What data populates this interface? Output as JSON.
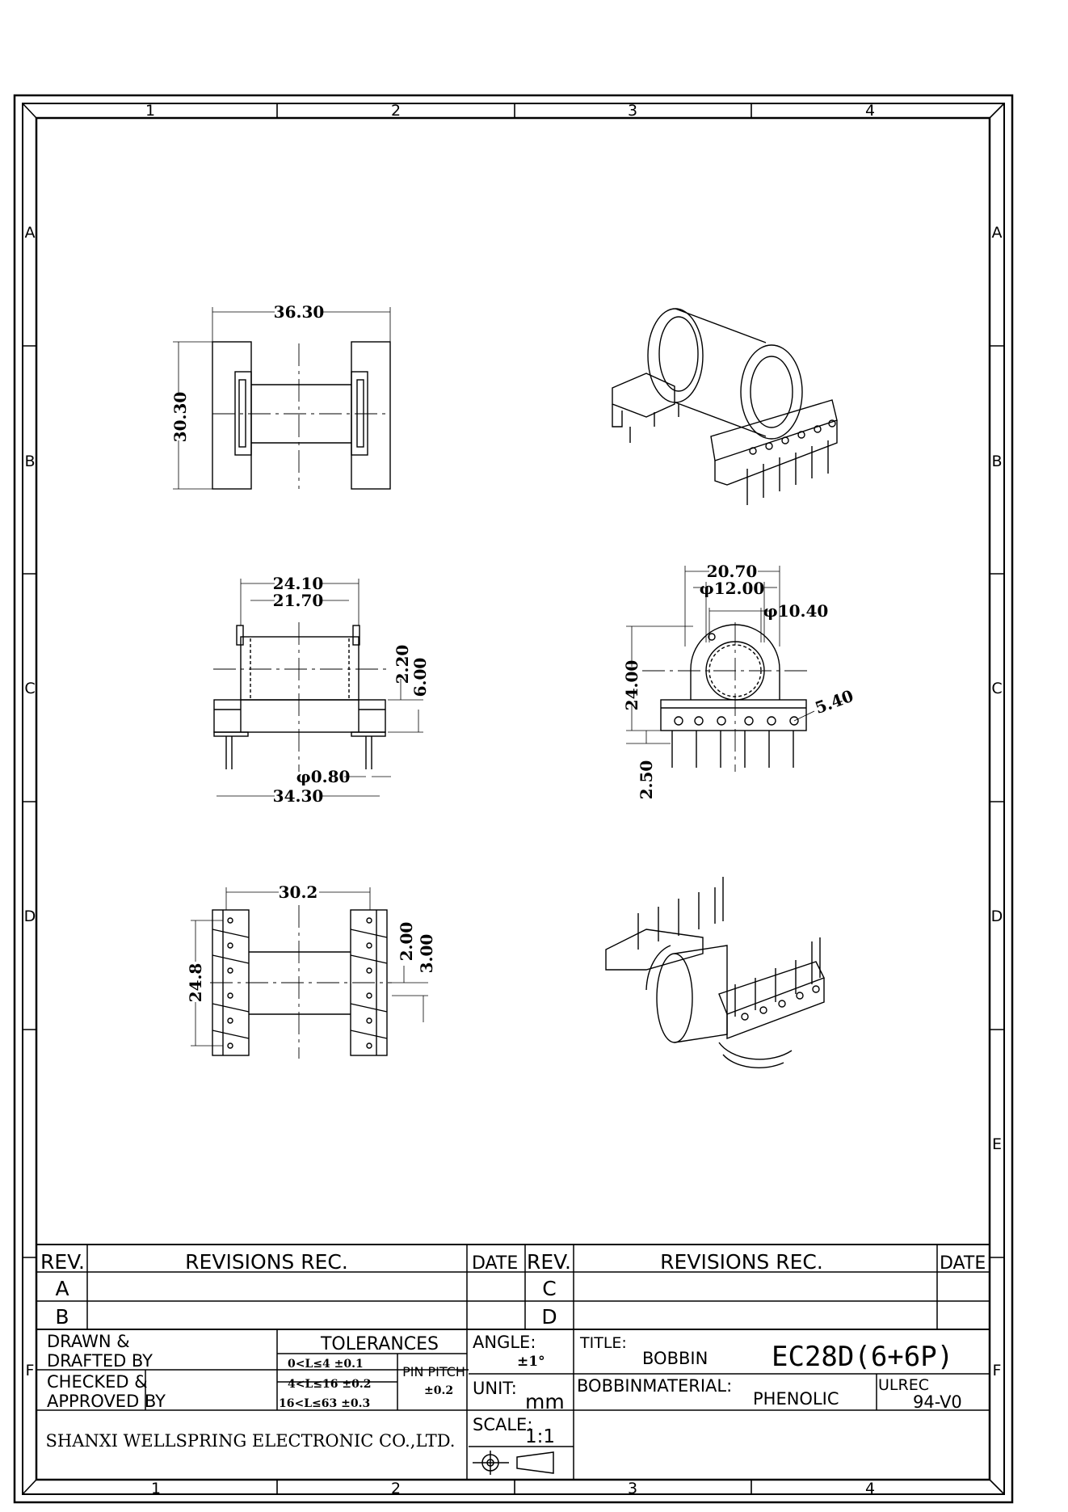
{
  "zones": {
    "columns": [
      "1",
      "2",
      "3",
      "4"
    ],
    "rows": [
      "A",
      "B",
      "C",
      "D",
      "E",
      "F"
    ]
  },
  "dimensions": {
    "top_width": "36.30",
    "top_height": "30.30",
    "front_w1": "24.10",
    "front_w2": "21.70",
    "front_h1": "2.20",
    "front_h2": "6.00",
    "front_pin_dia": "φ0.80",
    "front_w3": "34.30",
    "side_w1": "20.70",
    "side_d1": "φ12.00",
    "side_d2": "φ10.40",
    "side_h1": "24.00",
    "side_pin": "2.50",
    "side_pitch": "5.40",
    "bottom_w": "30.2",
    "bottom_h": "24.8",
    "bottom_h1": "2.00",
    "bottom_h2": "3.00"
  },
  "title_block": {
    "rev": "REV.",
    "revisions_rec": "REVISIONS REC.",
    "date": "DATE",
    "rev_rows_left": [
      "A",
      "B"
    ],
    "rev_rows_right": [
      "C",
      "D"
    ],
    "drawn_1": "DRAWN   &",
    "drawn_2": "DRAFTED BY",
    "checked_1": "CHECKED   &",
    "checked_2": "APPROVED BY",
    "tolerances": "TOLERANCES",
    "tol_rows": [
      "0<L≤4  ±0.1",
      "4<L≤16 ±0.2",
      "16<L≤63 ±0.3"
    ],
    "pin_pitch": "PIN PITCH",
    "pin_pitch_tol": "±0.2",
    "angle_label": "ANGLE:",
    "angle_value": "±1°",
    "unit_label": "UNIT:",
    "unit_value": "mm",
    "scale_label": "SCALE:",
    "scale_value": "1:1",
    "title_label": "TITLE:",
    "title_name": "BOBBIN",
    "part_number": "EC28D(6+6P)",
    "material_label": "BOBBINMATERIAL:",
    "material_value": "PHENOLIC",
    "ul_label": "ULREC",
    "ul_value": "94-V0",
    "company": "SHANXI WELLSPRING ELECTRONIC CO.,LTD."
  }
}
